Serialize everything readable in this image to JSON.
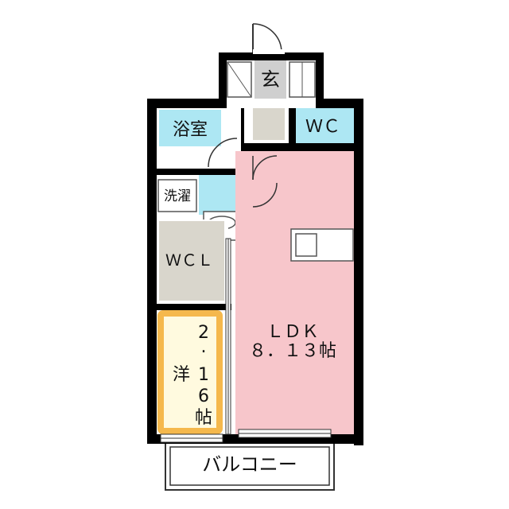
{
  "plan": {
    "rooms": {
      "genkan": "玄",
      "wc": "ＷＣ",
      "bath": "浴室",
      "laundry": "洗濯",
      "wcl": "ＷＣＬ",
      "ldk_name": "ＬＤＫ",
      "ldk_size": "８．１３帖",
      "western_chars": [
        "2",
        ".",
        "洋",
        "1",
        "6",
        "帖"
      ],
      "balcony": "バルコニー"
    },
    "colors": {
      "wall": "#000000",
      "ldk": "#f7c6cb",
      "wet_area": "#ade7f3",
      "storage": "#d9d6cc",
      "genkan": "#cfcfcf",
      "western_room": "#fffadf",
      "western_border": "#f5b84c"
    }
  }
}
